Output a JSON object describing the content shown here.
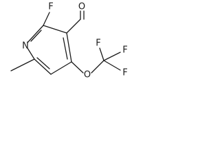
{
  "molecule": {
    "atoms": {
      "fluorine_ring": "F",
      "nitrogen": "N",
      "oxygen_aldehyde": "O",
      "oxygen_ether": "O",
      "fluorine_cf3_1": "F",
      "fluorine_cf3_2": "F",
      "fluorine_cf3_3": "F"
    }
  }
}
